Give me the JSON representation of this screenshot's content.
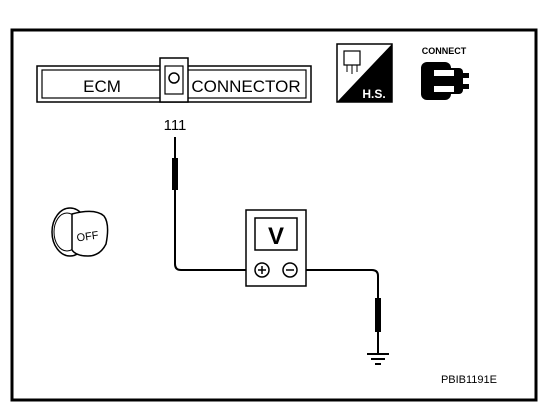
{
  "connector": {
    "left_label": "ECM",
    "right_label": "CONNECTOR",
    "pin_number": "111"
  },
  "icons": {
    "harness_side": {
      "name": "harness-side-icon",
      "text": "H.S."
    },
    "connect": {
      "name": "connect-icon",
      "text": "CONNECT"
    },
    "ignition_key": {
      "name": "ignition-key-off-icon",
      "text": "OFF"
    },
    "voltmeter": {
      "name": "voltmeter-icon",
      "text": "V"
    },
    "ground": {
      "name": "ground-symbol-icon"
    }
  },
  "figure_code": "PBIB1191E",
  "colors": {
    "line": "#000000",
    "background": "#ffffff"
  }
}
